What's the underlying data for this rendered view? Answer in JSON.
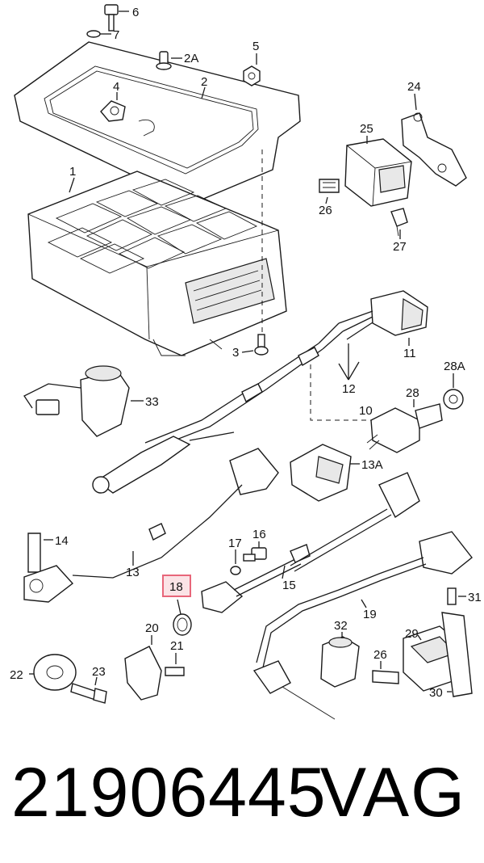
{
  "diagram": {
    "labels": {
      "p1": "1",
      "p2": "2",
      "p2a": "2A",
      "p3": "3",
      "p4": "4",
      "p5": "5",
      "p6": "6",
      "p7": "7",
      "p10": "10",
      "p11": "11",
      "p12": "12",
      "p13": "13",
      "p13a": "13A",
      "p14": "14",
      "p15": "15",
      "p16": "16",
      "p17": "17",
      "p18": "18",
      "p19": "19",
      "p20": "20",
      "p21": "21",
      "p22": "22",
      "p23": "23",
      "p24": "24",
      "p25": "25",
      "p26": "26",
      "p26b": "26",
      "p27": "27",
      "p28": "28",
      "p28a": "28A",
      "p29": "29",
      "p30": "30",
      "p31": "31",
      "p32": "32",
      "p33": "33"
    },
    "highlighted_part": "18",
    "highlight_color": "#e8667a",
    "highlight_fill": "#fbe3e6"
  },
  "caption": {
    "part_number": "21906445",
    "brand": "VAG"
  }
}
